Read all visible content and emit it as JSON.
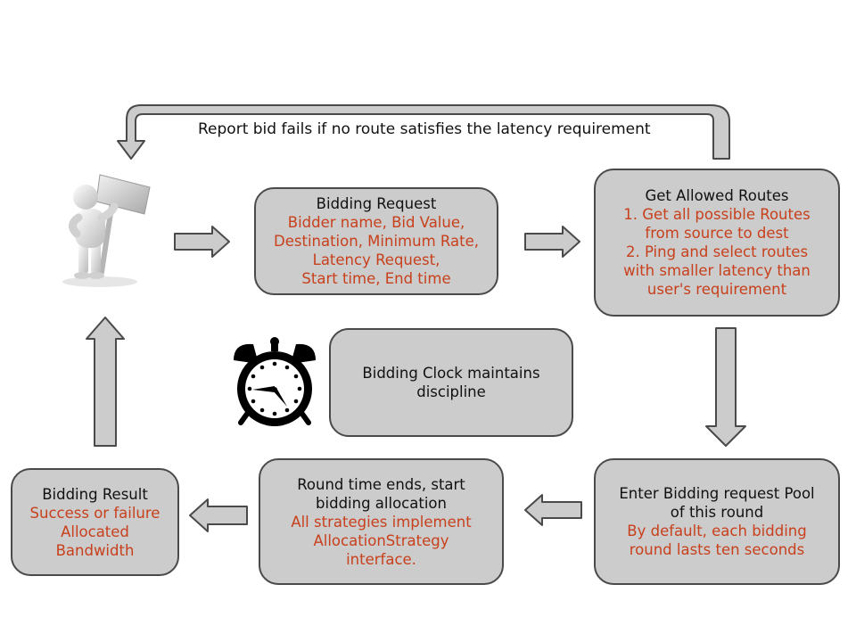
{
  "top_label": "Report bid fails if no route satisfies the latency requirement",
  "colors": {
    "box_fill": "#cccccc",
    "box_border": "#4a4a4a",
    "detail_text": "#c8401c",
    "arrow_fill": "#cccccc"
  },
  "icons": {
    "person": "person-holding-sign-icon",
    "clock": "alarm-clock-icon"
  },
  "nodes": {
    "bidding_request": {
      "title": "Bidding Request",
      "details": [
        "Bidder name, Bid Value,",
        "Destination, Minimum Rate,",
        "Latency Request,",
        "Start time, End time"
      ]
    },
    "allowed_routes": {
      "title": "Get Allowed Routes",
      "details": [
        "1. Get all possible Routes",
        "from source to dest",
        "2. Ping and select routes",
        "with smaller latency than",
        "user's requirement"
      ]
    },
    "clock": {
      "title": [
        "Bidding Clock maintains",
        "discipline"
      ]
    },
    "pool": {
      "title": [
        "Enter Bidding request Pool",
        "of this round"
      ],
      "details": [
        "By default, each bidding",
        "round lasts ten seconds"
      ]
    },
    "allocation": {
      "title": [
        "Round time ends, start",
        "bidding allocation"
      ],
      "details": [
        "All strategies implement",
        "AllocationStrategy",
        "interface."
      ]
    },
    "result": {
      "title": "Bidding Result",
      "details": [
        "Success or failure",
        "Allocated",
        "Bandwidth"
      ]
    }
  }
}
